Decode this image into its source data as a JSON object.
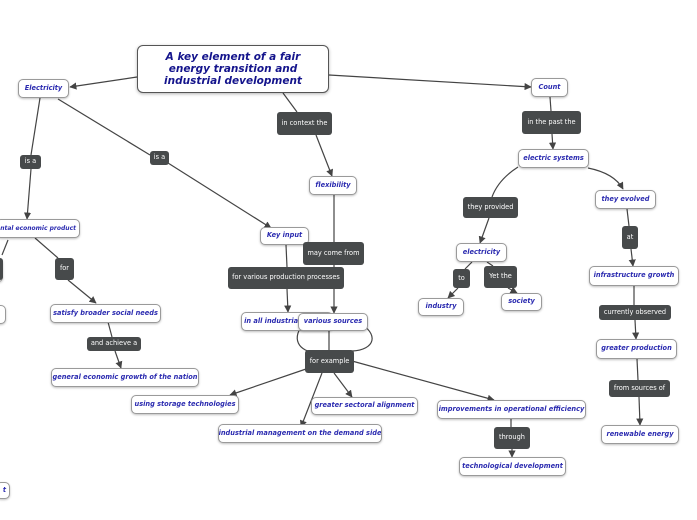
{
  "colors": {
    "node_text": "#2b2bb0",
    "main_text": "#14148c",
    "link_bg": "#474a4b",
    "link_text": "#ffffff",
    "edge": "#444444"
  },
  "nodes": {
    "main": "A key element of a fair energy transition and industrial development",
    "electricity": "Electricity",
    "count": "Count",
    "economic_product": "ental economic product",
    "satisfy_social_needs": "satisfy broader social needs",
    "general_growth": "general economic growth of the nation",
    "flexibility": "flexibility",
    "key_input": "Key input",
    "all_industrial_sectors": "in all industrial sectors",
    "various_sources": "various sources",
    "storage_technologies": "using storage technologies",
    "sectoral_alignment": "greater sectoral alignment",
    "demand_side": "industrial management on the demand side",
    "operational_efficiency": "improvements in operational efficiency",
    "technological_development": "technological development",
    "electric_systems": "electric systems",
    "electricity_lower": "electricity",
    "industry": "industry",
    "society": "society",
    "they_evolved": "they evolved",
    "infrastructure_growth": "infrastructure growth",
    "greater_production": "greater production",
    "renewable_energy": "renewable energy",
    "cut_node": "t"
  },
  "links": {
    "is_a_left": "is a",
    "is_a_mid": "is a",
    "for": "for",
    "and_achieve_a": "and achieve a",
    "in_context_the": "in context the",
    "may_come_from": "may come from",
    "for_various_processes": "for various production processes",
    "for_example": "for example",
    "through": "through",
    "in_the_past_the": "in the past the",
    "they_provided": "they provided",
    "to": "to",
    "yet_the": "Yet the",
    "at": "at",
    "currently_observed": "currently observed",
    "from_sources_of": "from sources of"
  }
}
